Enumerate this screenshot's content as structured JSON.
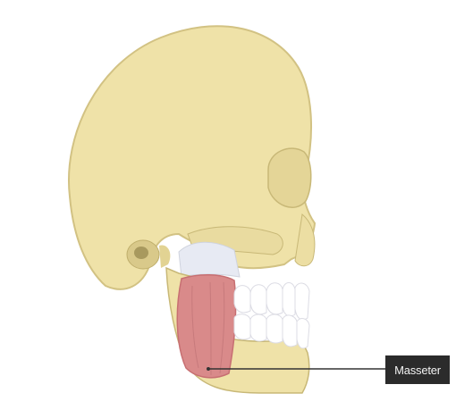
{
  "diagram": {
    "subject": "skull-lateral-view",
    "colors": {
      "bone": "#efe2a8",
      "bone_shadow": "#d9c98a",
      "bone_edge": "#c8b877",
      "muscle": "#d98a8a",
      "muscle_dark": "#c76f72",
      "teeth": "#ffffff",
      "teeth_shadow": "#e5e5ea",
      "cartilage": "#e7eaf3",
      "label_bg": "#2b2b2b",
      "leader_line": "#333333"
    },
    "labels": [
      {
        "id": "masseter",
        "text": "Masseter"
      }
    ]
  }
}
